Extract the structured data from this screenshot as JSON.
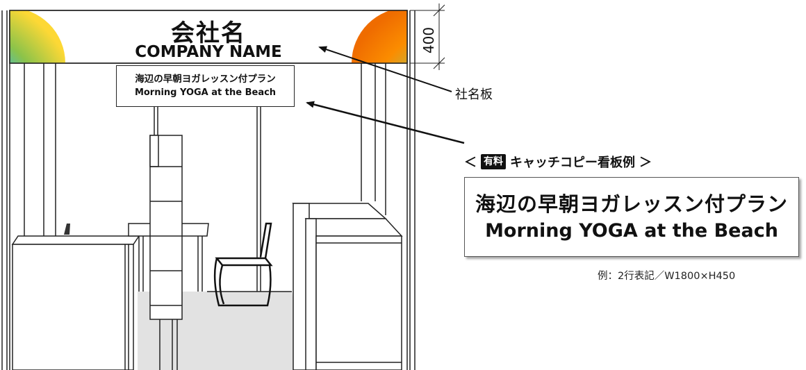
{
  "booth": {
    "company_name_jp": "会社名",
    "company_name_en": "COMPANY NAME",
    "small_sign": {
      "line1": "海辺の早朝ヨガレッスン付プラン",
      "line2": "Morning YOGA at the Beach"
    }
  },
  "dimension": {
    "label": "400"
  },
  "callouts": {
    "nameboard_label": "社名板",
    "paid_prefix": "＜",
    "paid_badge": "有料",
    "paid_title": "キャッチコピー看板例",
    "paid_suffix": "＞"
  },
  "example_sign": {
    "line1": "海辺の早朝ヨガレッスン付プラン",
    "line2": "Morning YOGA at the Beach",
    "note": "例：2行表記／W1800×H450"
  },
  "colors": {
    "gradient": [
      "#1e88e5",
      "#29b6f6",
      "#7cb342",
      "#fdd835"
    ],
    "floor": "#e0e0e0",
    "line": "#222222"
  }
}
